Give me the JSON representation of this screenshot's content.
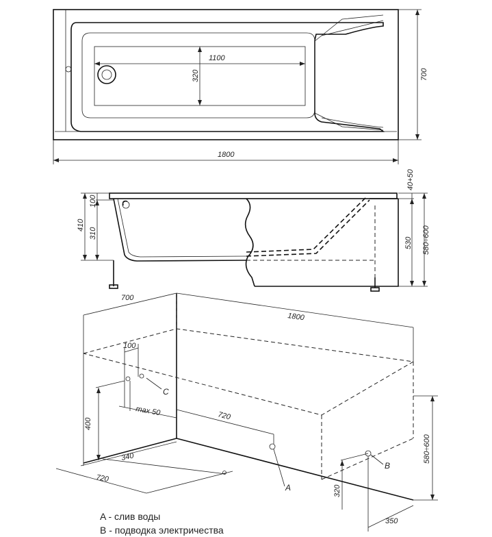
{
  "plan_view": {
    "dim_length": "1800",
    "dim_width": "700",
    "dim_inner_length": "1100",
    "dim_inner_width": "320"
  },
  "side_view": {
    "dim_rim": "100",
    "dim_depth": "310",
    "dim_total_height": "410",
    "dim_top_gap": "40+50",
    "dim_panel_height": "530",
    "dim_height_range": "580÷600"
  },
  "iso_view": {
    "dim_width": "700",
    "dim_length": "1800",
    "dim_spacing": "100",
    "dim_max": "max 50",
    "dim_drain_height": "400",
    "dim_drain_offset": "720",
    "dim_floor_short": "340",
    "dim_floor_long": "720",
    "dim_height_range": "580÷600",
    "dim_socket_height": "320",
    "dim_socket_offset": "350",
    "label_c": "C",
    "label_a": "A",
    "label_b": "B"
  },
  "legend": {
    "line_a": "A - слив воды",
    "line_b": "B - подводка электричества"
  }
}
